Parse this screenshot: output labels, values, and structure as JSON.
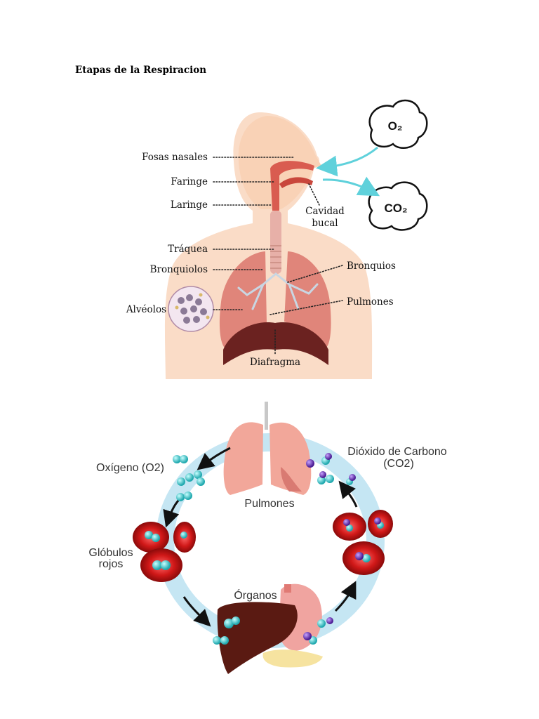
{
  "page": {
    "title": "Etapas de la Respiracion"
  },
  "figure1": {
    "labels": {
      "fosas_nasales": "Fosas nasales",
      "faringe": "Faringe",
      "laringe": "Laringe",
      "traquea": "Tráquea",
      "bronquiolos": "Bronquiolos",
      "alveolos": "Alvéolos",
      "diafragma": "Diafragma",
      "cavidad_line1": "Cavidad",
      "cavidad_line2": "bucal",
      "bronquios": "Bronquios",
      "pulmones": "Pulmones"
    },
    "clouds": {
      "o2": "O₂",
      "co2": "CO₂"
    },
    "colors": {
      "skin": "#f9d2b6",
      "lung": "#e0857a",
      "diaphragm": "#6b2220",
      "airway": "#d95c50",
      "arrow": "#5fd1db"
    }
  },
  "figure2": {
    "labels": {
      "oxigeno": "Oxígeno (O2)",
      "dioxido_line1": "Dióxido de Carbono",
      "dioxido_line2": "(CO2)",
      "pulmones": "Pulmones",
      "globulos_line1": "Glóbulos",
      "globulos_line2": "rojos",
      "organos": "Órganos"
    },
    "colors": {
      "cycle": "#bfe3f2",
      "cell": "#d01818",
      "oxygen": "#3ec7c7",
      "carbon": "#6a2bb5",
      "liver": "#5a1a12",
      "stomach": "#f0a4a0"
    }
  }
}
